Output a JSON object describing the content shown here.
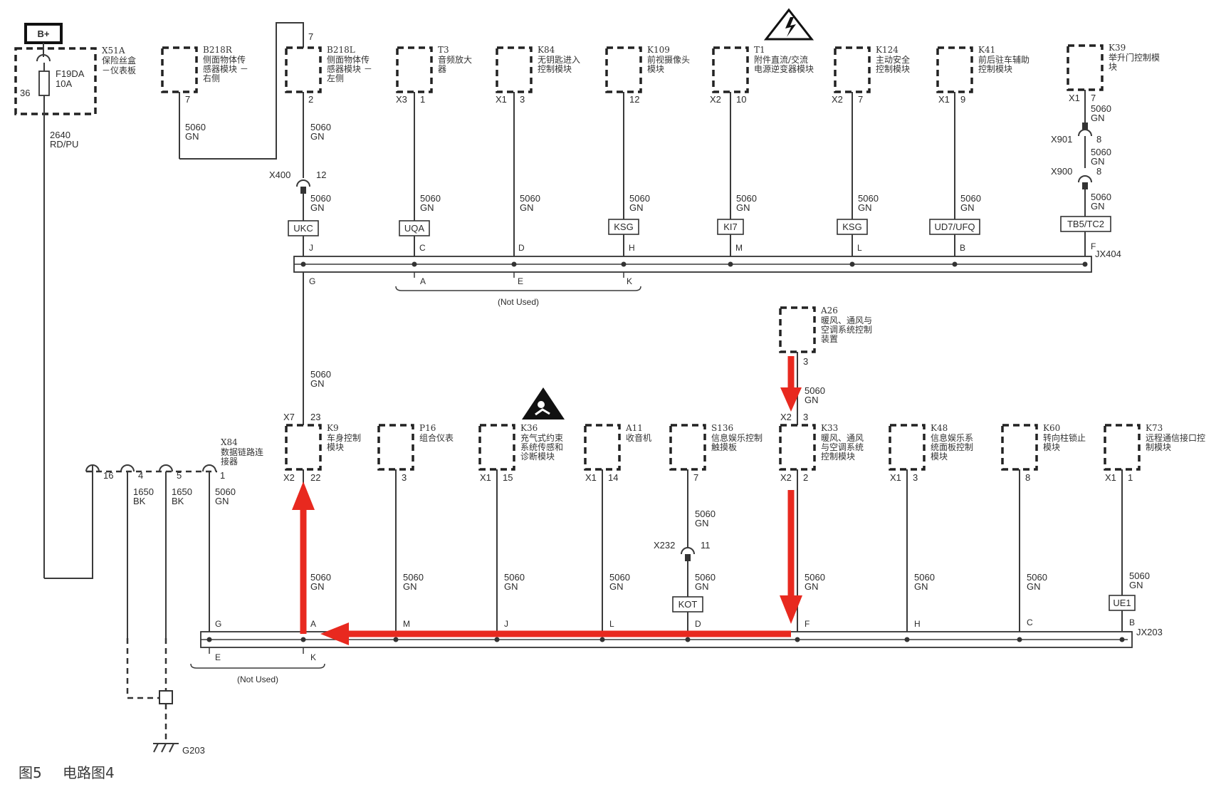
{
  "top_left": {
    "power_label": "B+",
    "fuse_name": "F19DA",
    "fuse_rating": "10A",
    "fuse_pin": "36",
    "block_id": "X51A",
    "block_name_l1": "保险丝盒",
    "block_name_l2": "－仪表板",
    "wire_num": "2640",
    "wire_color": "RD/PU"
  },
  "top_modules": [
    {
      "id": "B218R",
      "l1": "侧面物体传",
      "l2": "感器模块 －",
      "l3": "右侧",
      "conn": "",
      "pin": "7"
    },
    {
      "id": "B218L",
      "l1": "侧面物体传",
      "l2": "感器模块 －",
      "l3": "左侧",
      "conn": "",
      "pin": "2",
      "pin_top": "7"
    },
    {
      "id": "T3",
      "l1": "音频放大",
      "l2": "器",
      "l3": "",
      "conn": "X3",
      "pin": "1"
    },
    {
      "id": "K84",
      "l1": "无钥匙进入",
      "l2": "控制模块",
      "l3": "",
      "conn": "X1",
      "pin": "3"
    },
    {
      "id": "K109",
      "l1": "前视摄像头",
      "l2": "模块",
      "l3": "",
      "conn": "",
      "pin": "12"
    },
    {
      "id": "T1",
      "l1": "附件直流/交流",
      "l2": "电源逆变器模块",
      "l3": "",
      "conn": "X2",
      "pin": "10"
    },
    {
      "id": "K124",
      "l1": "主动安全",
      "l2": "控制模块",
      "l3": "",
      "conn": "X2",
      "pin": "7"
    },
    {
      "id": "K41",
      "l1": "前后驻车辅助",
      "l2": "控制模块",
      "l3": "",
      "conn": "X1",
      "pin": "9"
    },
    {
      "id": "K39",
      "l1": "举升门控制模",
      "l2": "块",
      "l3": "",
      "conn": "X1",
      "pin": "7"
    }
  ],
  "wire_std": {
    "num": "5060",
    "color": "GN"
  },
  "top_connectors": {
    "x400": "X400",
    "x400_pin": "12",
    "x901": "X901",
    "x901_pin": "8",
    "x900": "X900",
    "x900_pin": "8"
  },
  "top_tags": [
    "UKC",
    "UQA",
    "KSG",
    "KI7",
    "KSG",
    "UD7/UFQ",
    "TB5/TC2"
  ],
  "top_bus": {
    "name": "JX404",
    "top_pins": [
      "J",
      "C",
      "D",
      "H",
      "M",
      "L",
      "B",
      "F"
    ],
    "bottom_pins": [
      "G",
      "A",
      "E",
      "K"
    ],
    "not_used": "(Not Used)"
  },
  "a26": {
    "id": "A26",
    "l1": "暖风、通风与",
    "l2": "空调系统控制",
    "l3": "装置",
    "pin": "3"
  },
  "bottom_modules": [
    {
      "id": "K9",
      "l1": "车身控制",
      "l2": "模块",
      "l3": "",
      "conn_top": "X7",
      "pin_top": "23",
      "conn": "X2",
      "pin": "22"
    },
    {
      "id": "P16",
      "l1": "组合仪表",
      "l2": "",
      "l3": "",
      "conn": "",
      "pin": "3"
    },
    {
      "id": "K36",
      "l1": "充气式约束",
      "l2": "系统传感和",
      "l3": "诊断模块",
      "conn": "X1",
      "pin": "15"
    },
    {
      "id": "A11",
      "l1": "收音机",
      "l2": "",
      "l3": "",
      "conn": "X1",
      "pin": "14"
    },
    {
      "id": "S136",
      "l1": "信息娱乐控制",
      "l2": "触摸板",
      "l3": "",
      "conn": "",
      "pin": "7"
    },
    {
      "id": "K33",
      "l1": "暖风、通风",
      "l2": "与空调系统",
      "l3": "控制模块",
      "conn_top": "X2",
      "pin_top": "3",
      "conn": "X2",
      "pin": "2"
    },
    {
      "id": "K48",
      "l1": "信息娱乐系",
      "l2": "统面板控制",
      "l3": "模块",
      "conn": "X1",
      "pin": "3"
    },
    {
      "id": "K60",
      "l1": "转向柱锁止",
      "l2": "模块",
      "l3": "",
      "conn": "",
      "pin": "8"
    },
    {
      "id": "K73",
      "l1": "远程通信接口控",
      "l2": "制模块",
      "l3": "",
      "conn": "X1",
      "pin": "1"
    }
  ],
  "x84": {
    "id": "X84",
    "l1": "数据链路连",
    "l2": "接器",
    "pins": [
      "16",
      "4",
      "5",
      "1"
    ],
    "gnd_wire": "1650",
    "gnd_color": "BK"
  },
  "bottom_tags": [
    "KOT",
    "UE1"
  ],
  "x232": {
    "name": "X232",
    "pin": "11"
  },
  "bottom_bus": {
    "name": "JX203",
    "top_pins": [
      "G",
      "A",
      "M",
      "J",
      "L",
      "D",
      "F",
      "H",
      "C",
      "B"
    ],
    "bottom_pins": [
      "E",
      "K"
    ],
    "not_used": "(Not Used)"
  },
  "ground": "G203",
  "caption": {
    "fig": "图5",
    "title": "电路图4"
  },
  "colors": {
    "highlight": "#e8291f",
    "line": "#333333"
  }
}
